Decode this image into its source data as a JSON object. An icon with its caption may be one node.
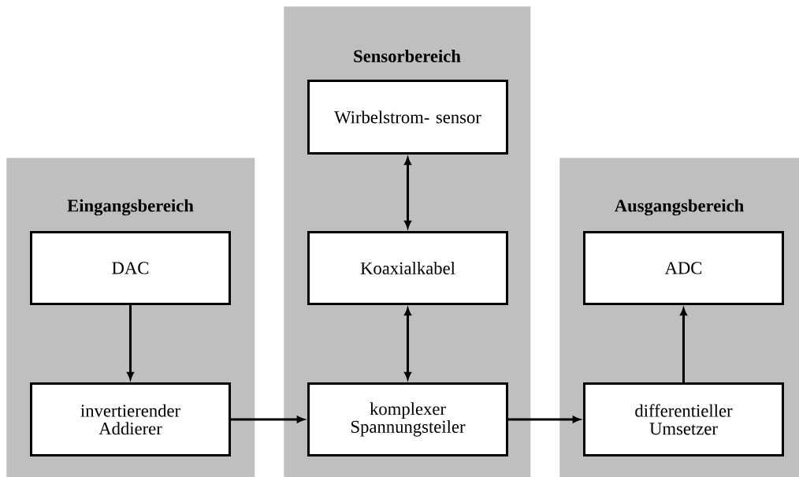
{
  "diagram": {
    "nodes": [
      {
        "text": [
          "Eingangsbereich"
        ]
      },
      {
        "text": [
          "DAC"
        ],
        "in": 0
      },
      {
        "text": [
          "invertierender Addierer"
        ],
        "in": 0
      },
      {
        "text": [
          "Sensorbereich"
        ]
      },
      {
        "text": [
          "Wirbelstrom- sensor"
        ],
        "in": 3
      },
      {
        "text": [
          "Koaxialkabel"
        ],
        "in": 3
      },
      {
        "text": [
          "komplexer Spannungsteiler"
        ],
        "in": 3
      },
      {
        "text": [
          "Ausgangsbereich"
        ]
      },
      {
        "text": [
          "ADC"
        ],
        "in": 7
      },
      {
        "text": [
          "differentieller Umsetzer"
        ],
        "in": 7
      }
    ],
    "edges": [
      {
        "from": 1,
        "to": 2,
        "arrow": "to"
      },
      {
        "from": 2,
        "to": 6,
        "arrow": "to"
      },
      {
        "from": 4,
        "to": 5,
        "arrow": "both"
      },
      {
        "from": 5,
        "to": 6,
        "arrow": "both"
      },
      {
        "from": 6,
        "to": 9,
        "arrow": "to"
      },
      {
        "from": 9,
        "to": 8,
        "arrow": "to"
      }
    ]
  }
}
